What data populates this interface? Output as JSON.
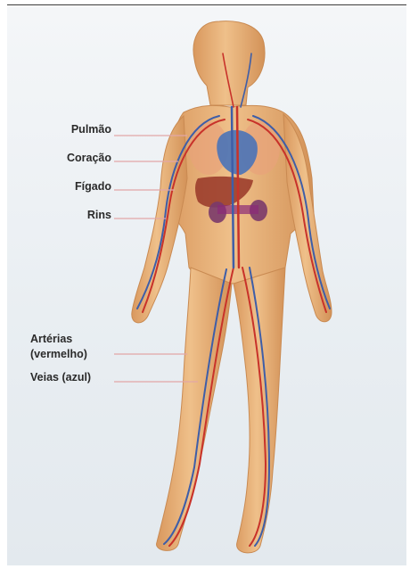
{
  "labels": {
    "lung": "Pulmão",
    "heart": "Coração",
    "liver": "Fígado",
    "kidneys": "Rins",
    "arteries_line1": "Artérias",
    "arteries_line2": "(vermelho)",
    "veins": "Veias (azul)"
  },
  "colors": {
    "skin": "#e7b27a",
    "skin_shadow": "#d4935a",
    "artery": "#c8322a",
    "vein": "#3e5ea8",
    "heart": "#4a73b8",
    "liver": "#9a3a2a",
    "kidney": "#7a3a6a",
    "leader": "#e2a6a6",
    "background": "#eef1f4"
  }
}
